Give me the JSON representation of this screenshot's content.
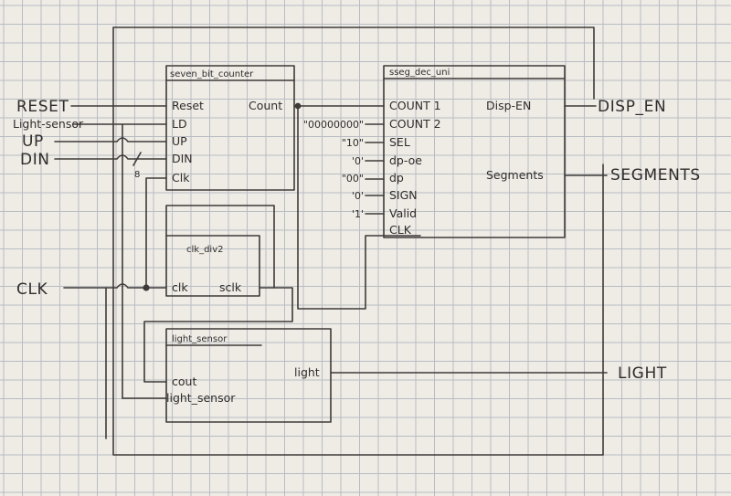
{
  "external_ports": {
    "inputs": [
      "RESET",
      "Light-sensor",
      "UP",
      "DIN",
      "CLK"
    ],
    "outputs": [
      "DISP_EN",
      "SEGMENTS",
      "LIGHT"
    ]
  },
  "blocks": {
    "counter": {
      "title": "seven_bit_counter",
      "inputs": [
        "Reset",
        "LD",
        "UP",
        "DIN",
        "Clk"
      ],
      "outputs": [
        "Count"
      ]
    },
    "sseg": {
      "title": "sseg_dec_uni",
      "inputs": [
        "COUNT 1",
        "COUNT 2",
        "SEL",
        "dp-oe",
        "dp",
        "SIGN",
        "Valid",
        "CLK"
      ],
      "outputs": [
        "Disp-EN",
        "Segments"
      ]
    },
    "clkdiv": {
      "title": "clk_div2",
      "inputs": [
        "clk"
      ],
      "outputs": [
        "sclk"
      ]
    },
    "light": {
      "title": "light_sensor",
      "inputs": [
        "cout",
        "light_sensor"
      ],
      "outputs": [
        "light"
      ]
    }
  },
  "constants": [
    "\"00000000\"",
    "\"10\"",
    "'0'",
    "\"00\"",
    "'0'",
    "'1'"
  ],
  "bus_width_label": "8"
}
